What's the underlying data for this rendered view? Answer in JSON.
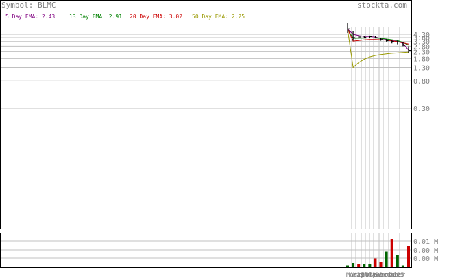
{
  "header": {
    "symbol_label": "Symbol: BLMC",
    "watermark": "stockta.com"
  },
  "legend": [
    {
      "label": "5 Day EMA: 2.43",
      "color": "#800080"
    },
    {
      "label": "13 Day EMA: 2.91",
      "color": "#008000"
    },
    {
      "label": "20 Day EMA: 3.02",
      "color": "#cc0000"
    },
    {
      "label": "50 Day EMA: 2.25",
      "color": "#999900"
    }
  ],
  "colors": {
    "grid": "#c0c0c0",
    "axis_text": "#808080",
    "frame": "#000000",
    "volume_up": "#006400",
    "volume_down": "#cc0000",
    "price_bar": "#000000"
  },
  "chart_data": [
    {
      "type": "line",
      "title": "",
      "y_scale": "log",
      "price_ticks": [
        "4.30",
        "3.80",
        "3.30",
        "2.80",
        "2.30",
        "1.80",
        "1.30",
        "0.80",
        "0.30"
      ],
      "x_tick_labels": [
        "March",
        "April",
        "May",
        "June",
        "July",
        "October",
        "November",
        "December",
        "2025"
      ],
      "price_bars": [
        {
          "high": 6.5,
          "low": 4.5,
          "close": 5.2
        },
        {
          "high": 4.8,
          "low": 3.4,
          "close": 3.8
        },
        {
          "high": 4.1,
          "low": 3.7,
          "close": 3.9
        },
        {
          "high": 4.05,
          "low": 3.75,
          "close": 3.85
        },
        {
          "high": 4.1,
          "low": 3.8,
          "close": 3.95
        },
        {
          "high": 4.0,
          "low": 3.7,
          "close": 3.8
        },
        {
          "high": 3.8,
          "low": 3.4,
          "close": 3.55
        },
        {
          "high": 3.6,
          "low": 3.3,
          "close": 3.4
        },
        {
          "high": 3.45,
          "low": 3.1,
          "close": 3.3
        },
        {
          "high": 3.4,
          "low": 3.0,
          "close": 3.25
        },
        {
          "high": 3.2,
          "low": 2.8,
          "close": 2.9
        },
        {
          "high": 2.8,
          "low": 2.2,
          "close": 2.4
        }
      ],
      "series": [
        {
          "name": "5 Day EMA",
          "values": [
            5.2,
            4.3,
            4.1,
            3.98,
            3.97,
            3.88,
            3.7,
            3.55,
            3.42,
            3.33,
            3.1,
            2.43
          ]
        },
        {
          "name": "13 Day EMA",
          "values": [
            5.2,
            3.7,
            3.72,
            3.74,
            3.76,
            3.75,
            3.7,
            3.62,
            3.52,
            3.42,
            3.2,
            2.91
          ]
        },
        {
          "name": "20 Day EMA",
          "values": [
            5.2,
            3.35,
            3.42,
            3.5,
            3.55,
            3.56,
            3.52,
            3.46,
            3.38,
            3.28,
            3.16,
            3.02
          ]
        },
        {
          "name": "50 Day EMA",
          "values": [
            5.2,
            1.3,
            1.55,
            1.75,
            1.9,
            2.0,
            2.07,
            2.12,
            2.16,
            2.19,
            2.22,
            2.25
          ]
        }
      ]
    },
    {
      "type": "bar",
      "title": "",
      "y_ticks": [
        "0.01 M",
        "0.00 M",
        "0.00 M"
      ],
      "volumes": [
        {
          "value": 0.0005,
          "up": true
        },
        {
          "value": 0.0012,
          "up": true
        },
        {
          "value": 0.0008,
          "up": false
        },
        {
          "value": 0.001,
          "up": true
        },
        {
          "value": 0.0009,
          "up": true
        },
        {
          "value": 0.0025,
          "up": false
        },
        {
          "value": 0.0014,
          "up": false
        },
        {
          "value": 0.0045,
          "up": true
        },
        {
          "value": 0.0082,
          "up": false
        },
        {
          "value": 0.0036,
          "up": true
        },
        {
          "value": 0.0005,
          "up": true
        },
        {
          "value": 0.0062,
          "up": false
        }
      ]
    }
  ]
}
